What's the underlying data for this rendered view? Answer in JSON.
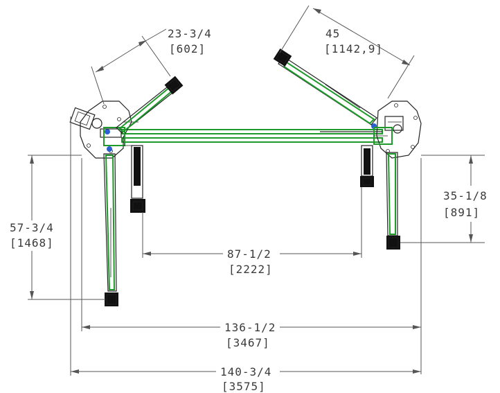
{
  "dimensions": {
    "arm_left_top": {
      "imperial": "23-3/4",
      "metric": "[602]"
    },
    "arm_right_top": {
      "imperial": "45",
      "metric": "[1142,9]"
    },
    "left_height": {
      "imperial": "57-3/4",
      "metric": "[1468]"
    },
    "right_height": {
      "imperial": "35-1/8",
      "metric": "[891]"
    },
    "inner_span": {
      "imperial": "87-1/2",
      "metric": "[2222]"
    },
    "outer_span": {
      "imperial": "136-1/2",
      "metric": "[3467]"
    },
    "overall_width": {
      "imperial": "140-3/4",
      "metric": "[3575]"
    }
  },
  "colors": {
    "frame": "#1d9a2a",
    "outline": "#222222",
    "dimension": "#555555",
    "accent": "#2b5fd0"
  }
}
